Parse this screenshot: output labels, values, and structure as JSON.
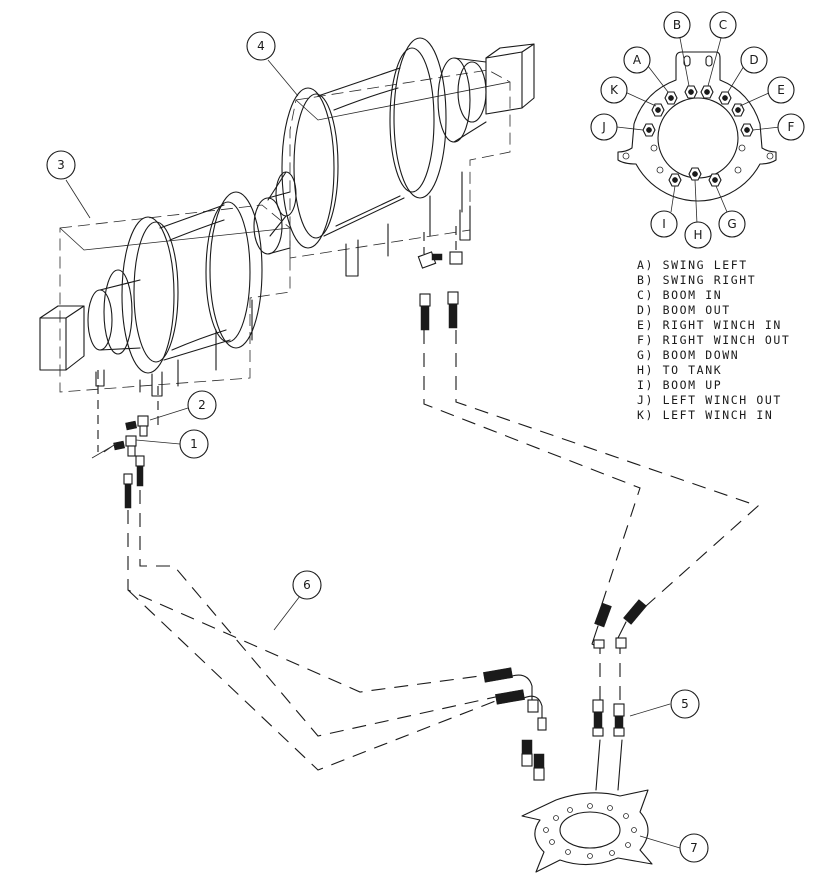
{
  "callouts": {
    "winch_left": "3",
    "winch_right": "4",
    "fitting_elbow_a": "2",
    "fitting_elbow_b": "1",
    "hose": "6",
    "adapter": "5",
    "mount_plate": "7"
  },
  "ports": {
    "A": "A",
    "B": "B",
    "C": "C",
    "D": "D",
    "E": "E",
    "F": "F",
    "G": "G",
    "H": "H",
    "I": "I",
    "J": "J",
    "K": "K"
  },
  "legend": [
    "A) SWING LEFT",
    "B) SWING RIGHT",
    "C) BOOM IN",
    "D) BOOM OUT",
    "E) RIGHT WINCH IN",
    "F) RIGHT WINCH OUT",
    "G) BOOM DOWN",
    "H) TO TANK",
    "I) BOOM UP",
    "J) LEFT WINCH OUT",
    "K) LEFT WINCH IN"
  ]
}
